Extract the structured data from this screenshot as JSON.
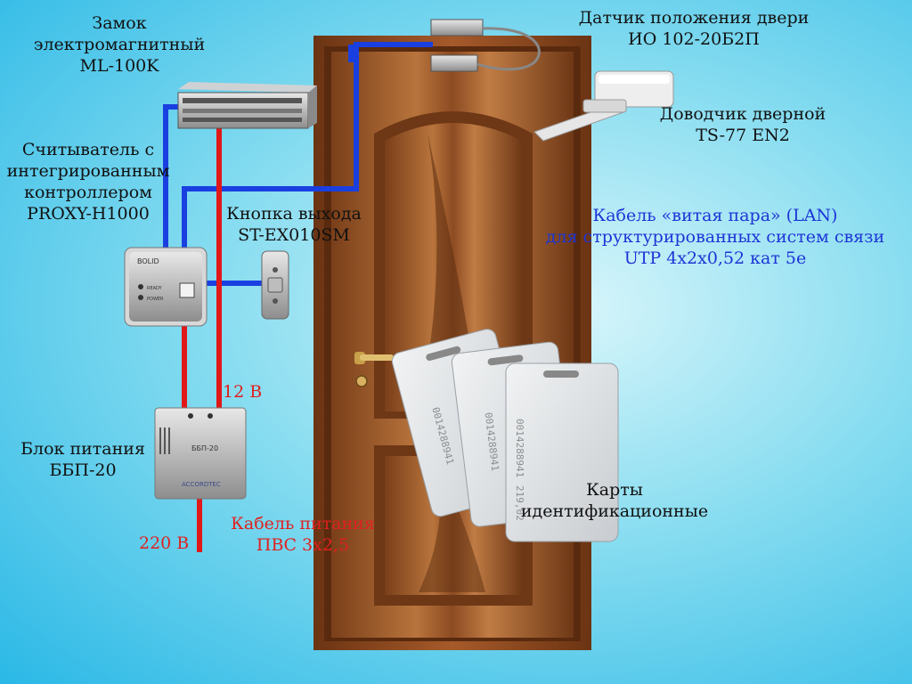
{
  "labels": {
    "lock": [
      "Замок",
      "электромагнитный",
      "ML-100K"
    ],
    "reader": [
      "Считыватель с",
      "интегрированным",
      "контроллером",
      "PROXY-H1000"
    ],
    "exit_button": [
      "Кнопка выхода",
      "ST-EX010SM"
    ],
    "power_unit": [
      "Блок питания",
      "ББП-20"
    ],
    "door_sensor": [
      "Датчик положения двери",
      "ИО 102-20Б2П"
    ],
    "closer": [
      "Доводчик дверной",
      "TS-77 EN2"
    ],
    "lan_cable": [
      "Кабель «витая пара» (LAN)",
      "для структурированных систем связи",
      "UTP 4x2x0,52 кат 5e"
    ],
    "cards": [
      "Карты",
      "идентификационные"
    ],
    "power_cable": [
      "Кабель питания",
      "ПВС 3x2,5"
    ],
    "voltage_12": "12 В",
    "voltage_220": "220 В"
  },
  "devices": {
    "reader_brand": "BOLID",
    "reader_led_1": "READY",
    "reader_led_2": "POWER",
    "psu_name": "ББП-20",
    "psu_brand": "ACCORDTEC",
    "card_number_1": "0014288941",
    "card_number_2": "0014288941",
    "card_number_3": "0014288941",
    "card_code": "219,02"
  },
  "colors": {
    "signal_wire": "#1a3fe0",
    "power_wire": "#e01818",
    "door_wood": "#8a4a22",
    "background": "#5fcdee"
  }
}
